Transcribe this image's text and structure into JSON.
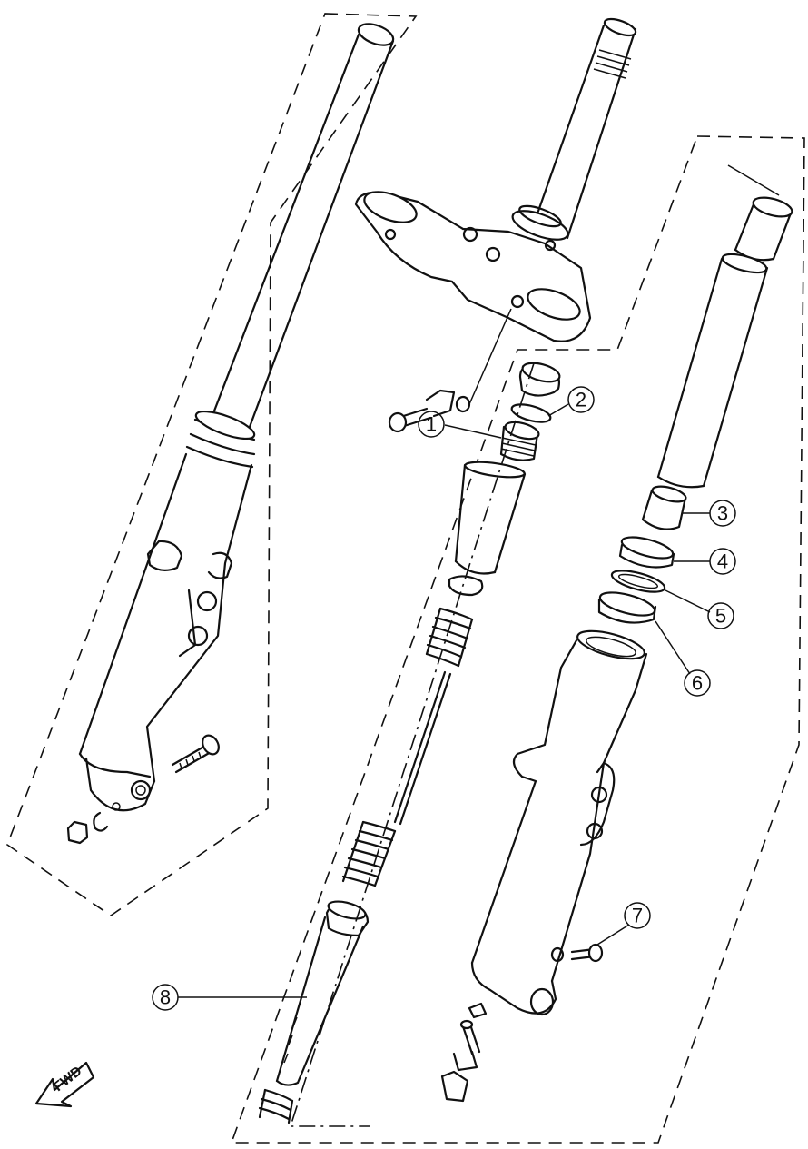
{
  "callouts": [
    {
      "id": "1",
      "label": "1"
    },
    {
      "id": "2",
      "label": "2"
    },
    {
      "id": "3",
      "label": "3"
    },
    {
      "id": "4",
      "label": "4"
    },
    {
      "id": "5",
      "label": "5"
    },
    {
      "id": "6",
      "label": "6"
    },
    {
      "id": "7",
      "label": "7"
    },
    {
      "id": "8",
      "label": "8"
    }
  ],
  "direction_arrow": {
    "label": "FWD"
  }
}
